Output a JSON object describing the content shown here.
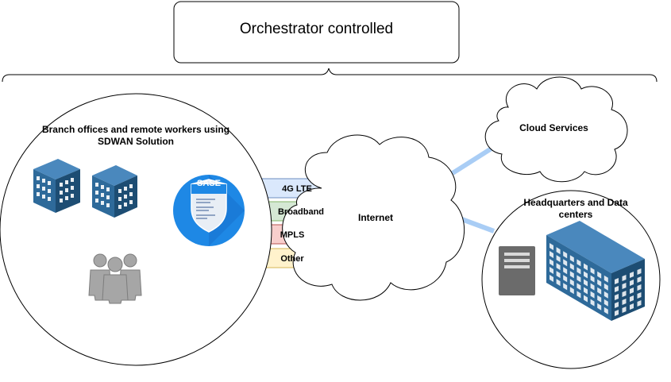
{
  "orchestrator": {
    "label": "Orchestrator controlled"
  },
  "branch": {
    "title": "Branch offices and remote workers using SDWAN Solution"
  },
  "sase": {
    "title": "SASE"
  },
  "links": [
    {
      "label": "4G LTE",
      "color": "#dae8fc",
      "stroke": "#6c8ebf"
    },
    {
      "label": "Broadband",
      "color": "#d5e8d4",
      "stroke": "#82b366"
    },
    {
      "label": "MPLS",
      "color": "#f8cecc",
      "stroke": "#b85450"
    },
    {
      "label": "Other",
      "color": "#fff2cc",
      "stroke": "#d6b656"
    }
  ],
  "internet": {
    "label": "Internet"
  },
  "cloud": {
    "label": "Cloud Services"
  },
  "hq": {
    "title": "Headquarters and Data centers"
  },
  "colors": {
    "building": "#2e6a9a",
    "building_dark": "#1d4d73",
    "connector": "#a9cdf5",
    "people": "#a6a6a6",
    "server": "#6b6b6b",
    "sase_blue": "#1e88e5"
  }
}
